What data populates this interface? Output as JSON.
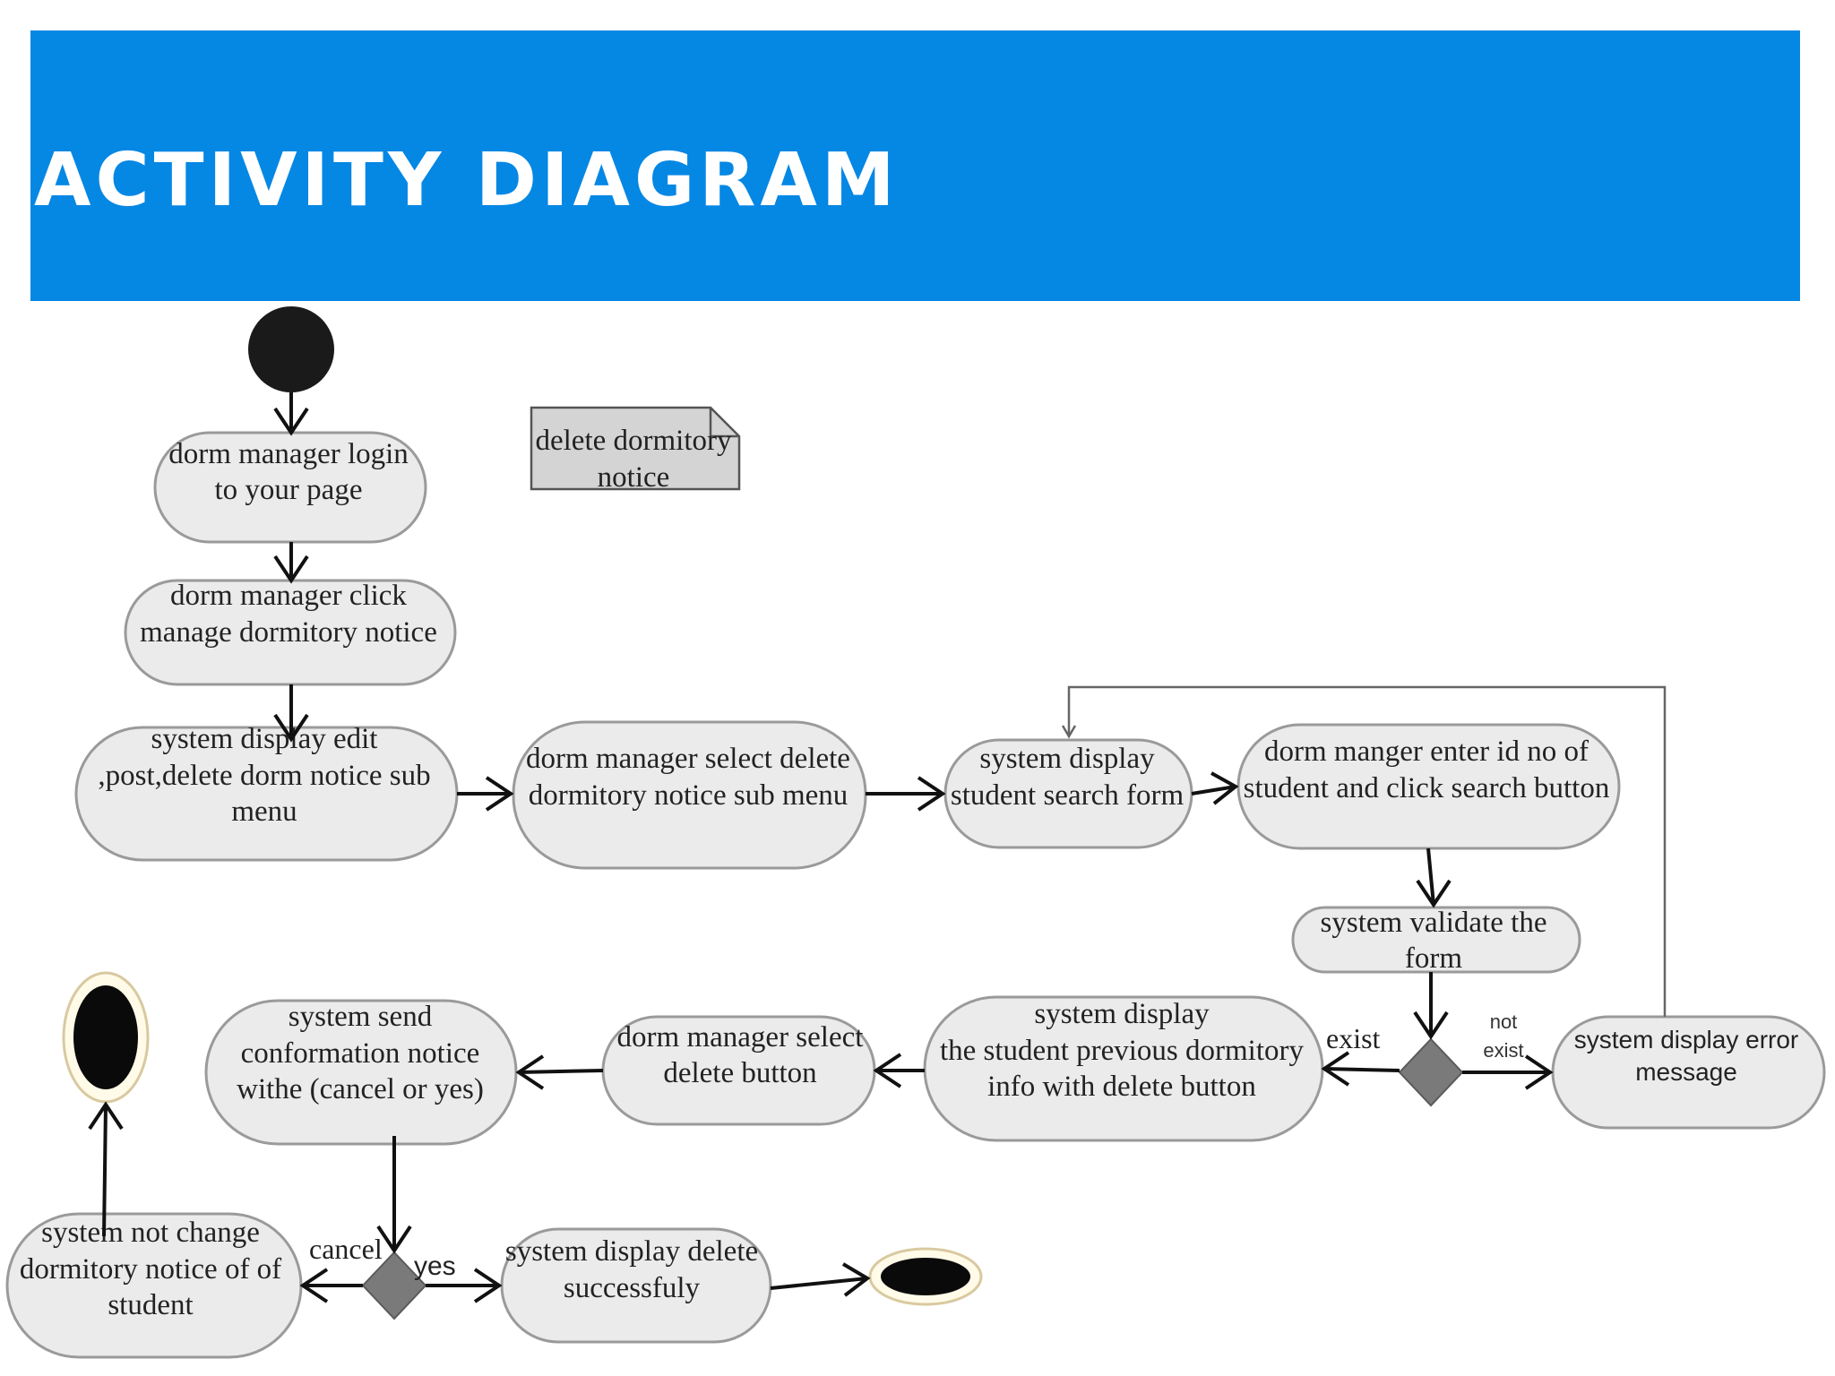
{
  "slide": {
    "title": "ACTIVITY DIAGRAM"
  },
  "colors": {
    "banner": "#0587e4",
    "node_fill": "#ebebeb",
    "node_border": "#9a9a9a",
    "decision": "#7a7a7a"
  },
  "note": {
    "lines": [
      "delete dormitory",
      "notice"
    ]
  },
  "nodes": {
    "login": [
      "dorm manager login",
      "to  your page"
    ],
    "click_manage": [
      "dorm manager click",
      "manage  dormitory notice"
    ],
    "display_submenu": [
      "system display  edit",
      ",post,delete dorm notice sub",
      "menu"
    ],
    "select_delete_submenu": [
      "dorm manager select  delete",
      "dormitory notice sub menu"
    ],
    "display_search_form": [
      "system display",
      "student search form"
    ],
    "enter_id": [
      "dorm manger enter id no of",
      "student and click search button"
    ],
    "validate": [
      "system validate the",
      "form"
    ],
    "error_message": [
      "system display error",
      "message"
    ],
    "display_previous": [
      "system display",
      "the student  previous dormitory",
      "info with delete button"
    ],
    "select_delete_button": [
      "dorm manager select",
      "delete  button"
    ],
    "send_confirmation": [
      "system send",
      "conformation notice",
      "withe (cancel or yes)"
    ],
    "not_change": [
      "system not change",
      "dormitory notice  of  of",
      "student"
    ],
    "display_success": [
      "system  display delete",
      "successfuly"
    ]
  },
  "guards": {
    "exist": "exist",
    "not_exist_1": "not",
    "not_exist_2": "exist",
    "cancel": "cancel",
    "yes": "yes"
  }
}
